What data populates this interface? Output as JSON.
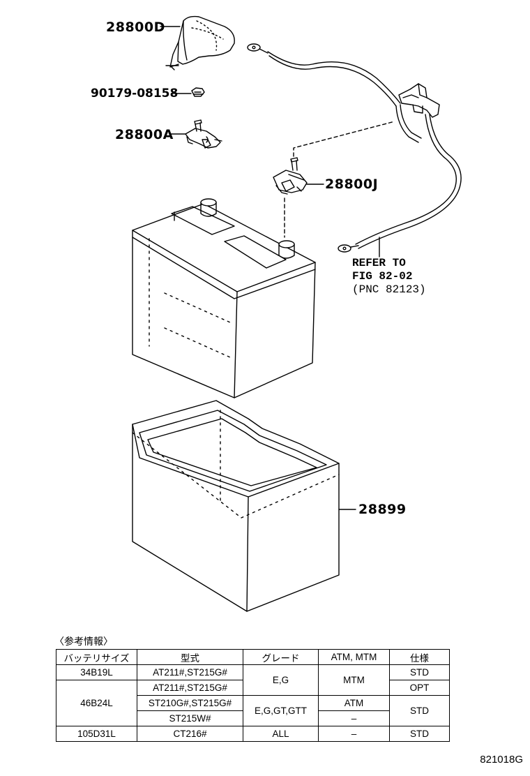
{
  "callouts": {
    "cover": "28800D",
    "nut": "90179-08158",
    "terminal_a": "28800A",
    "terminal_j": "28800J",
    "tray": "28899"
  },
  "reference": {
    "line1": "REFER TO",
    "line2": "FIG 82-02",
    "line3": "(PNC 82123)"
  },
  "table": {
    "title": "〈参考情報〉",
    "headers": [
      "バッテリサイズ",
      "型式",
      "グレード",
      "ATM, MTM",
      "仕様"
    ],
    "rows": [
      {
        "size": "34B19L",
        "model": "AT211#,ST215G#",
        "grade": "E,G",
        "trans": "MTM",
        "spec": "STD"
      },
      {
        "size": "46B24L",
        "model": "AT211#,ST215G#",
        "spec": "OPT"
      },
      {
        "model": "ST210G#,ST215G#",
        "grade": "E,G,GT,GTT",
        "trans": "ATM",
        "spec": "STD"
      },
      {
        "model": "ST215W#",
        "trans": "–"
      },
      {
        "size": "105D31L",
        "model": "CT216#",
        "grade": "ALL",
        "trans": "–",
        "spec": "STD"
      }
    ]
  },
  "figure_code": "821018G"
}
